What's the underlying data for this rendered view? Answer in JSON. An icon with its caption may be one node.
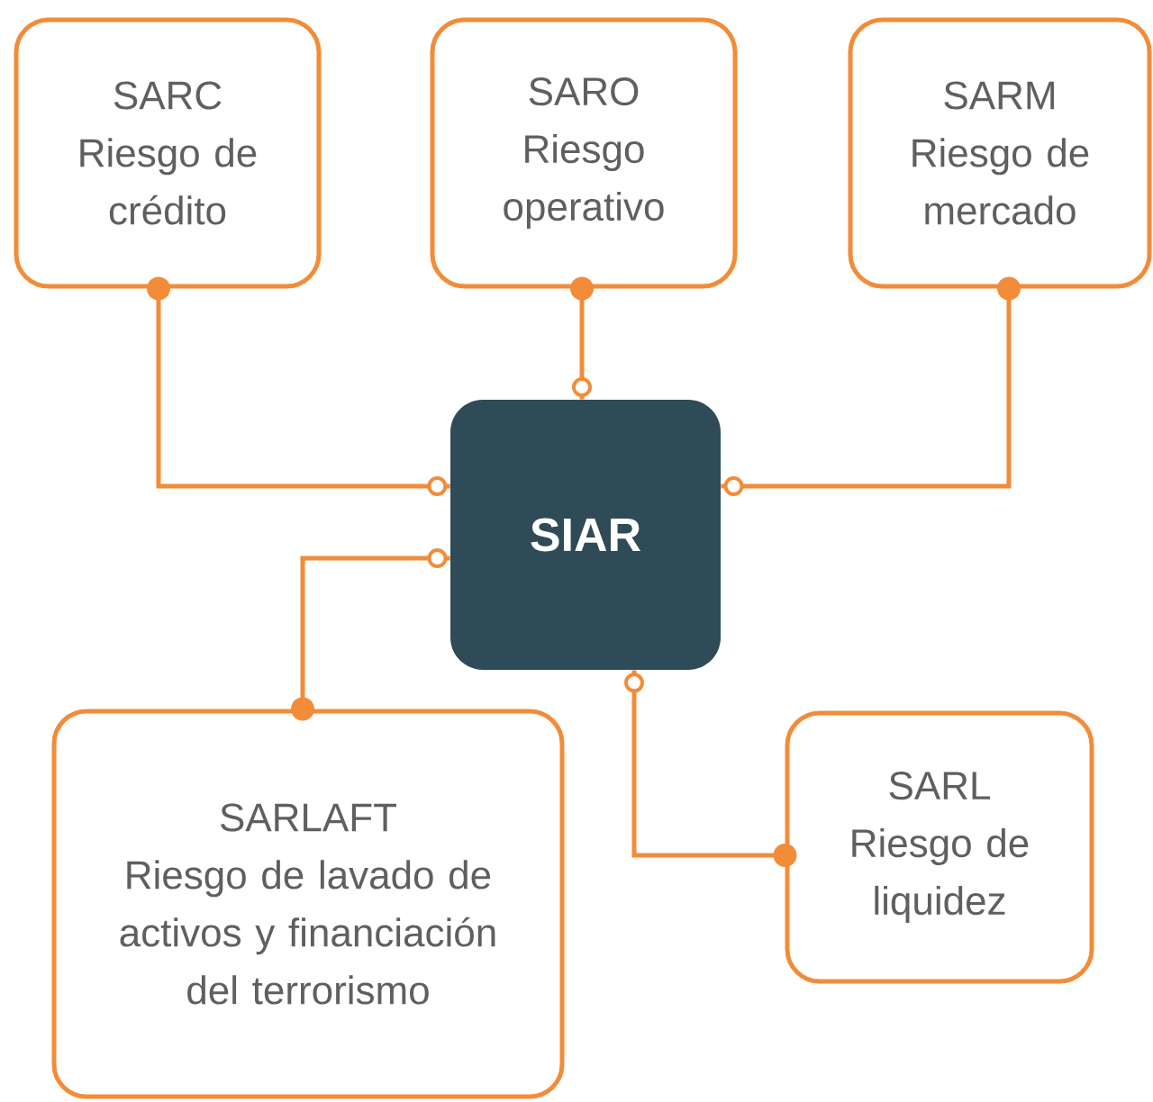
{
  "diagram": {
    "nodes": [
      {
        "text": [
          "SARC",
          "Riesgo de crédito"
        ]
      },
      {
        "text": [
          "SARO",
          "Riesgo operativo"
        ]
      },
      {
        "text": [
          "SARM",
          "Riesgo de mercado"
        ]
      },
      {
        "text": [
          "SIAR"
        ]
      },
      {
        "text": [
          "SARLAFT",
          "Riesgo de lavado de activos y financiación del terrorismo"
        ]
      },
      {
        "text": [
          "SARL",
          "Riesgo de liquidez"
        ]
      }
    ],
    "edges": [
      {
        "from": 0,
        "to": 3,
        "arrow": "other"
      },
      {
        "from": 1,
        "to": 3,
        "arrow": "other"
      },
      {
        "from": 2,
        "to": 3,
        "arrow": "other"
      },
      {
        "from": 4,
        "to": 3,
        "arrow": "other"
      },
      {
        "from": 5,
        "to": 3,
        "arrow": "other"
      }
    ]
  }
}
